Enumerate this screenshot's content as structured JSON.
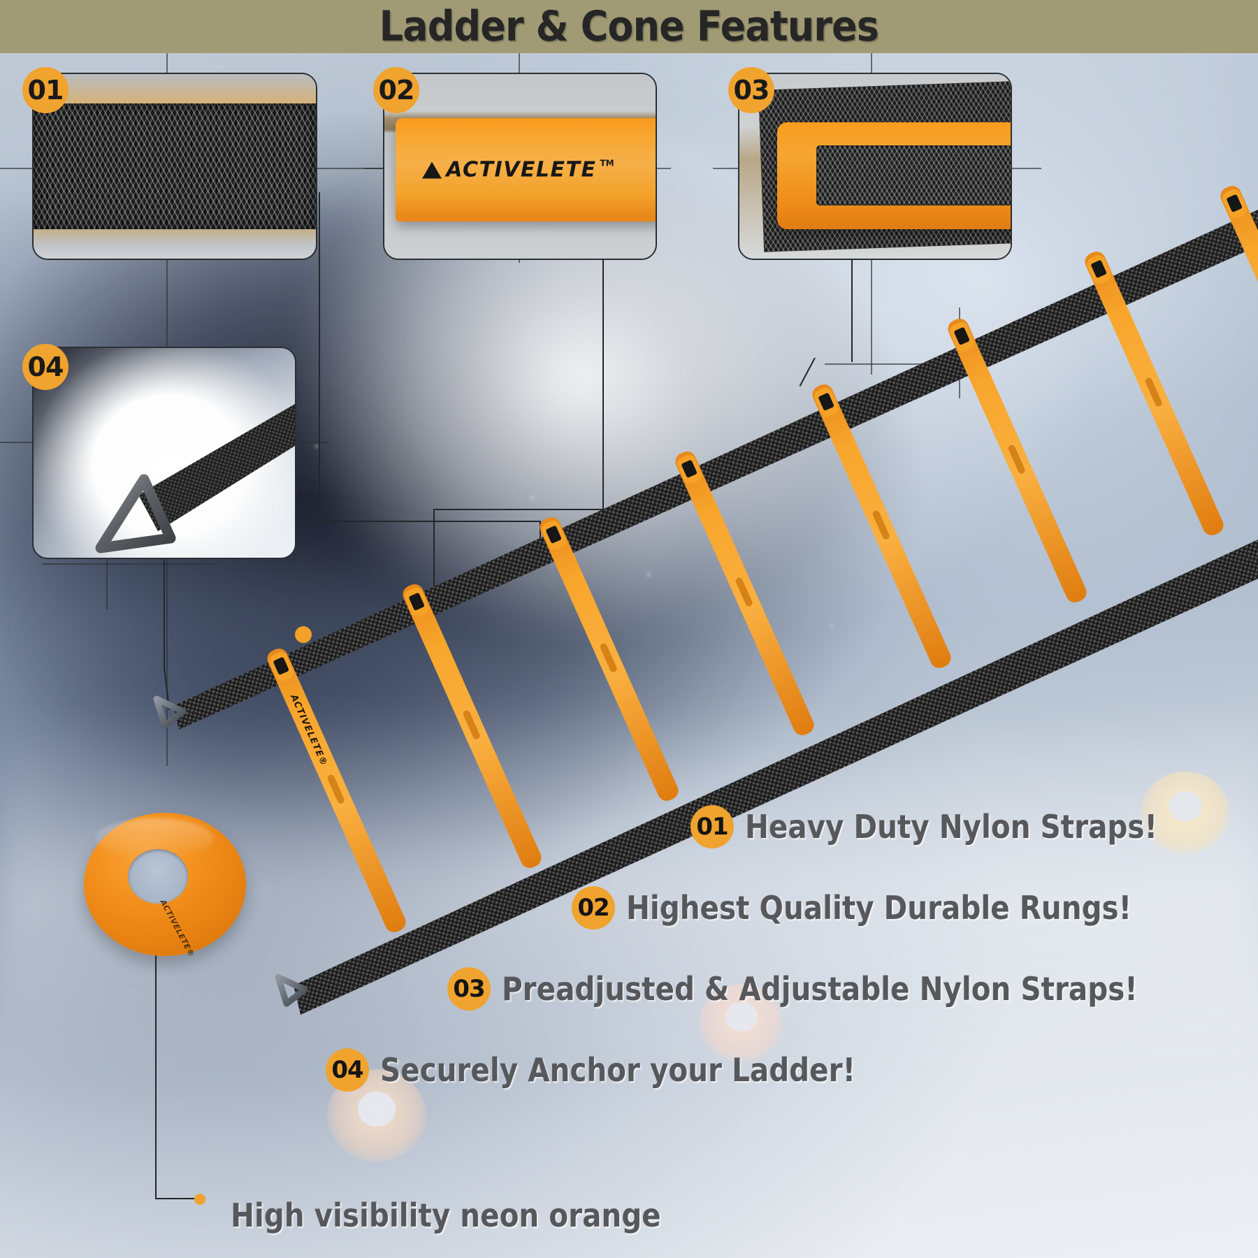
{
  "header": {
    "title": "Ladder & Cone Features",
    "background_color": "#a09b74",
    "text_color": "#262626"
  },
  "brand": {
    "name": "ACTIVELETE",
    "trademark": "TM",
    "registered": "ACTIVELETE®"
  },
  "colors": {
    "accent_orange": "#f0a32e",
    "rung_orange": "#f4921f",
    "strap_black": "#1d1d1d",
    "feature_text_gray": "#56585b",
    "outline": "#2b2f34"
  },
  "callouts": [
    {
      "number": "01",
      "name": "nylon-webbing-macro",
      "subject": "Heavy duty black nylon webbing strap close-up"
    },
    {
      "number": "02",
      "name": "durable-rung-macro",
      "subject": "Orange plastic rung with ACTIVELETE branding"
    },
    {
      "number": "03",
      "name": "adjustable-buckle-macro",
      "subject": "Orange buckle slider with nylon strap threaded"
    },
    {
      "number": "04",
      "name": "ground-anchor-macro",
      "subject": "Metal triangular ground stake on nylon strap"
    }
  ],
  "features": [
    {
      "number": "01",
      "text": "Heavy Duty Nylon Straps!"
    },
    {
      "number": "02",
      "text": "Highest Quality Durable Rungs!"
    },
    {
      "number": "03",
      "text": "Preadjusted & Adjustable Nylon Straps!"
    },
    {
      "number": "04",
      "text": "Securely Anchor your Ladder!"
    }
  ],
  "bottom_note": {
    "text": "High visibility neon orange"
  },
  "product": {
    "ladder_name": "agility-ladder",
    "cone_name": "disc-cone",
    "rung_count": 8
  }
}
